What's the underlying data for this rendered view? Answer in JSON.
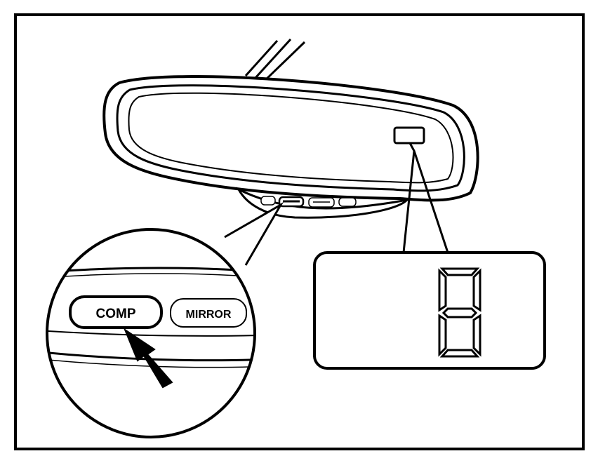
{
  "diagram": {
    "button_labels": {
      "comp": "COMP",
      "mirror": "MIRROR"
    },
    "display_digit": "8",
    "colors": {
      "ink": "#000000",
      "paper": "#ffffff"
    },
    "icons": [
      "rearview-mirror-icon",
      "press-arrow-icon",
      "seven-segment-display-icon"
    ]
  }
}
